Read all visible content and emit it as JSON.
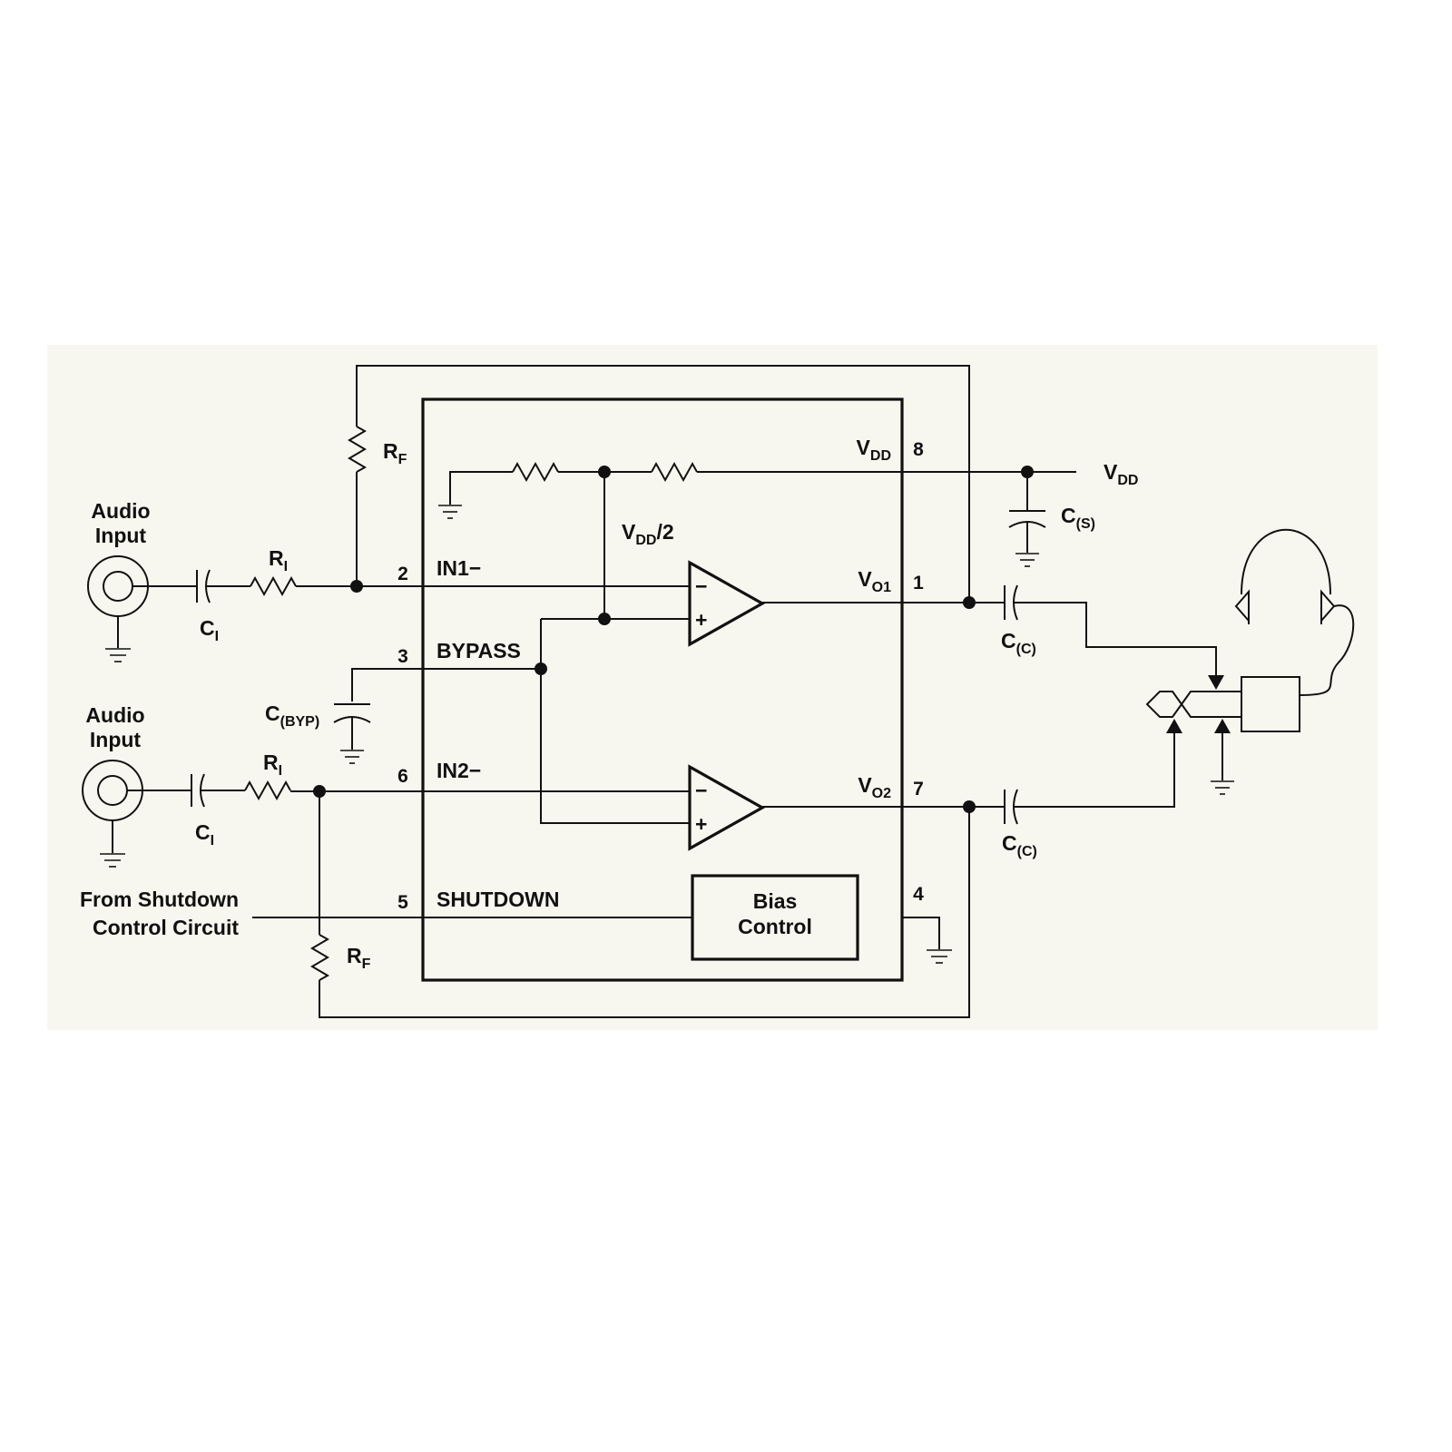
{
  "labels": {
    "audio_input_1": [
      "Audio",
      "Input"
    ],
    "audio_input_2": [
      "Audio",
      "Input"
    ],
    "shutdown_source": [
      "From Shutdown",
      "Control Circuit"
    ],
    "bias_control": [
      "Bias",
      "Control"
    ]
  },
  "pins": [
    {
      "number": "8",
      "name": "V",
      "name_sub": "DD"
    },
    {
      "number": "2",
      "name": "IN1−"
    },
    {
      "number": "1",
      "name": "V",
      "name_sub": "O1"
    },
    {
      "number": "3",
      "name": "BYPASS"
    },
    {
      "number": "6",
      "name": "IN2−"
    },
    {
      "number": "7",
      "name": "V",
      "name_sub": "O2"
    },
    {
      "number": "5",
      "name": "SHUTDOWN"
    },
    {
      "number": "4"
    }
  ],
  "components": {
    "rf_top": {
      "main": "R",
      "sub": "F"
    },
    "rf_bottom": {
      "main": "R",
      "sub": "F"
    },
    "ri_1": {
      "main": "R",
      "sub": "I"
    },
    "ri_2": {
      "main": "R",
      "sub": "I"
    },
    "ci_1": {
      "main": "C",
      "sub": "I"
    },
    "ci_2": {
      "main": "C",
      "sub": "I"
    },
    "c_byp": {
      "main": "C",
      "sub": "(BYP)"
    },
    "c_s": {
      "main": "C",
      "sub": "(S)"
    },
    "cc_1": {
      "main": "C",
      "sub": "(C)"
    },
    "cc_2": {
      "main": "C",
      "sub": "(C)"
    }
  },
  "nets": {
    "vdd_supply": {
      "main": "V",
      "sub": "DD"
    },
    "vdd_half": {
      "main": "V",
      "sub": "DD",
      "suffix": "/2"
    }
  },
  "amplifier_signs": {
    "minus": "−",
    "plus": "+"
  },
  "colors": {
    "background": "#f8f7ef",
    "ink": "#111111"
  },
  "icons": [
    "rca-jack-icon",
    "ground-icon",
    "headphones-icon",
    "headphone-jack-icon",
    "opamp-icon",
    "resistor-icon",
    "capacitor-icon"
  ]
}
